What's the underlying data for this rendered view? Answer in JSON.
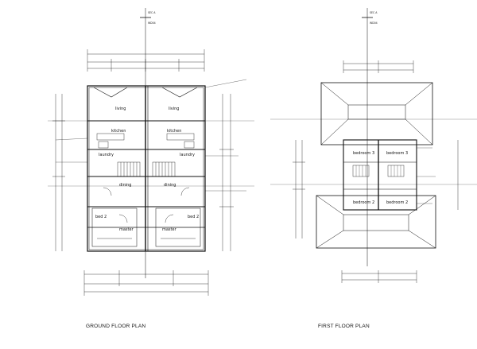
{
  "captions": {
    "ground": "GROUND FLOOR PLAN",
    "first": "FIRST FLOOR PLAN"
  },
  "ground_plan": {
    "rooms": [
      "living",
      "kitchen",
      "laundry",
      "dining",
      "bed 2",
      "master"
    ],
    "section_marker": "SEC A",
    "section_ref": "WD04"
  },
  "first_plan": {
    "rooms": [
      "bedroom 3",
      "bedroom 2"
    ],
    "section_marker": "SEC A",
    "section_ref": "WD04"
  },
  "colors": {
    "ink": "#111111",
    "paper": "#ffffff"
  }
}
